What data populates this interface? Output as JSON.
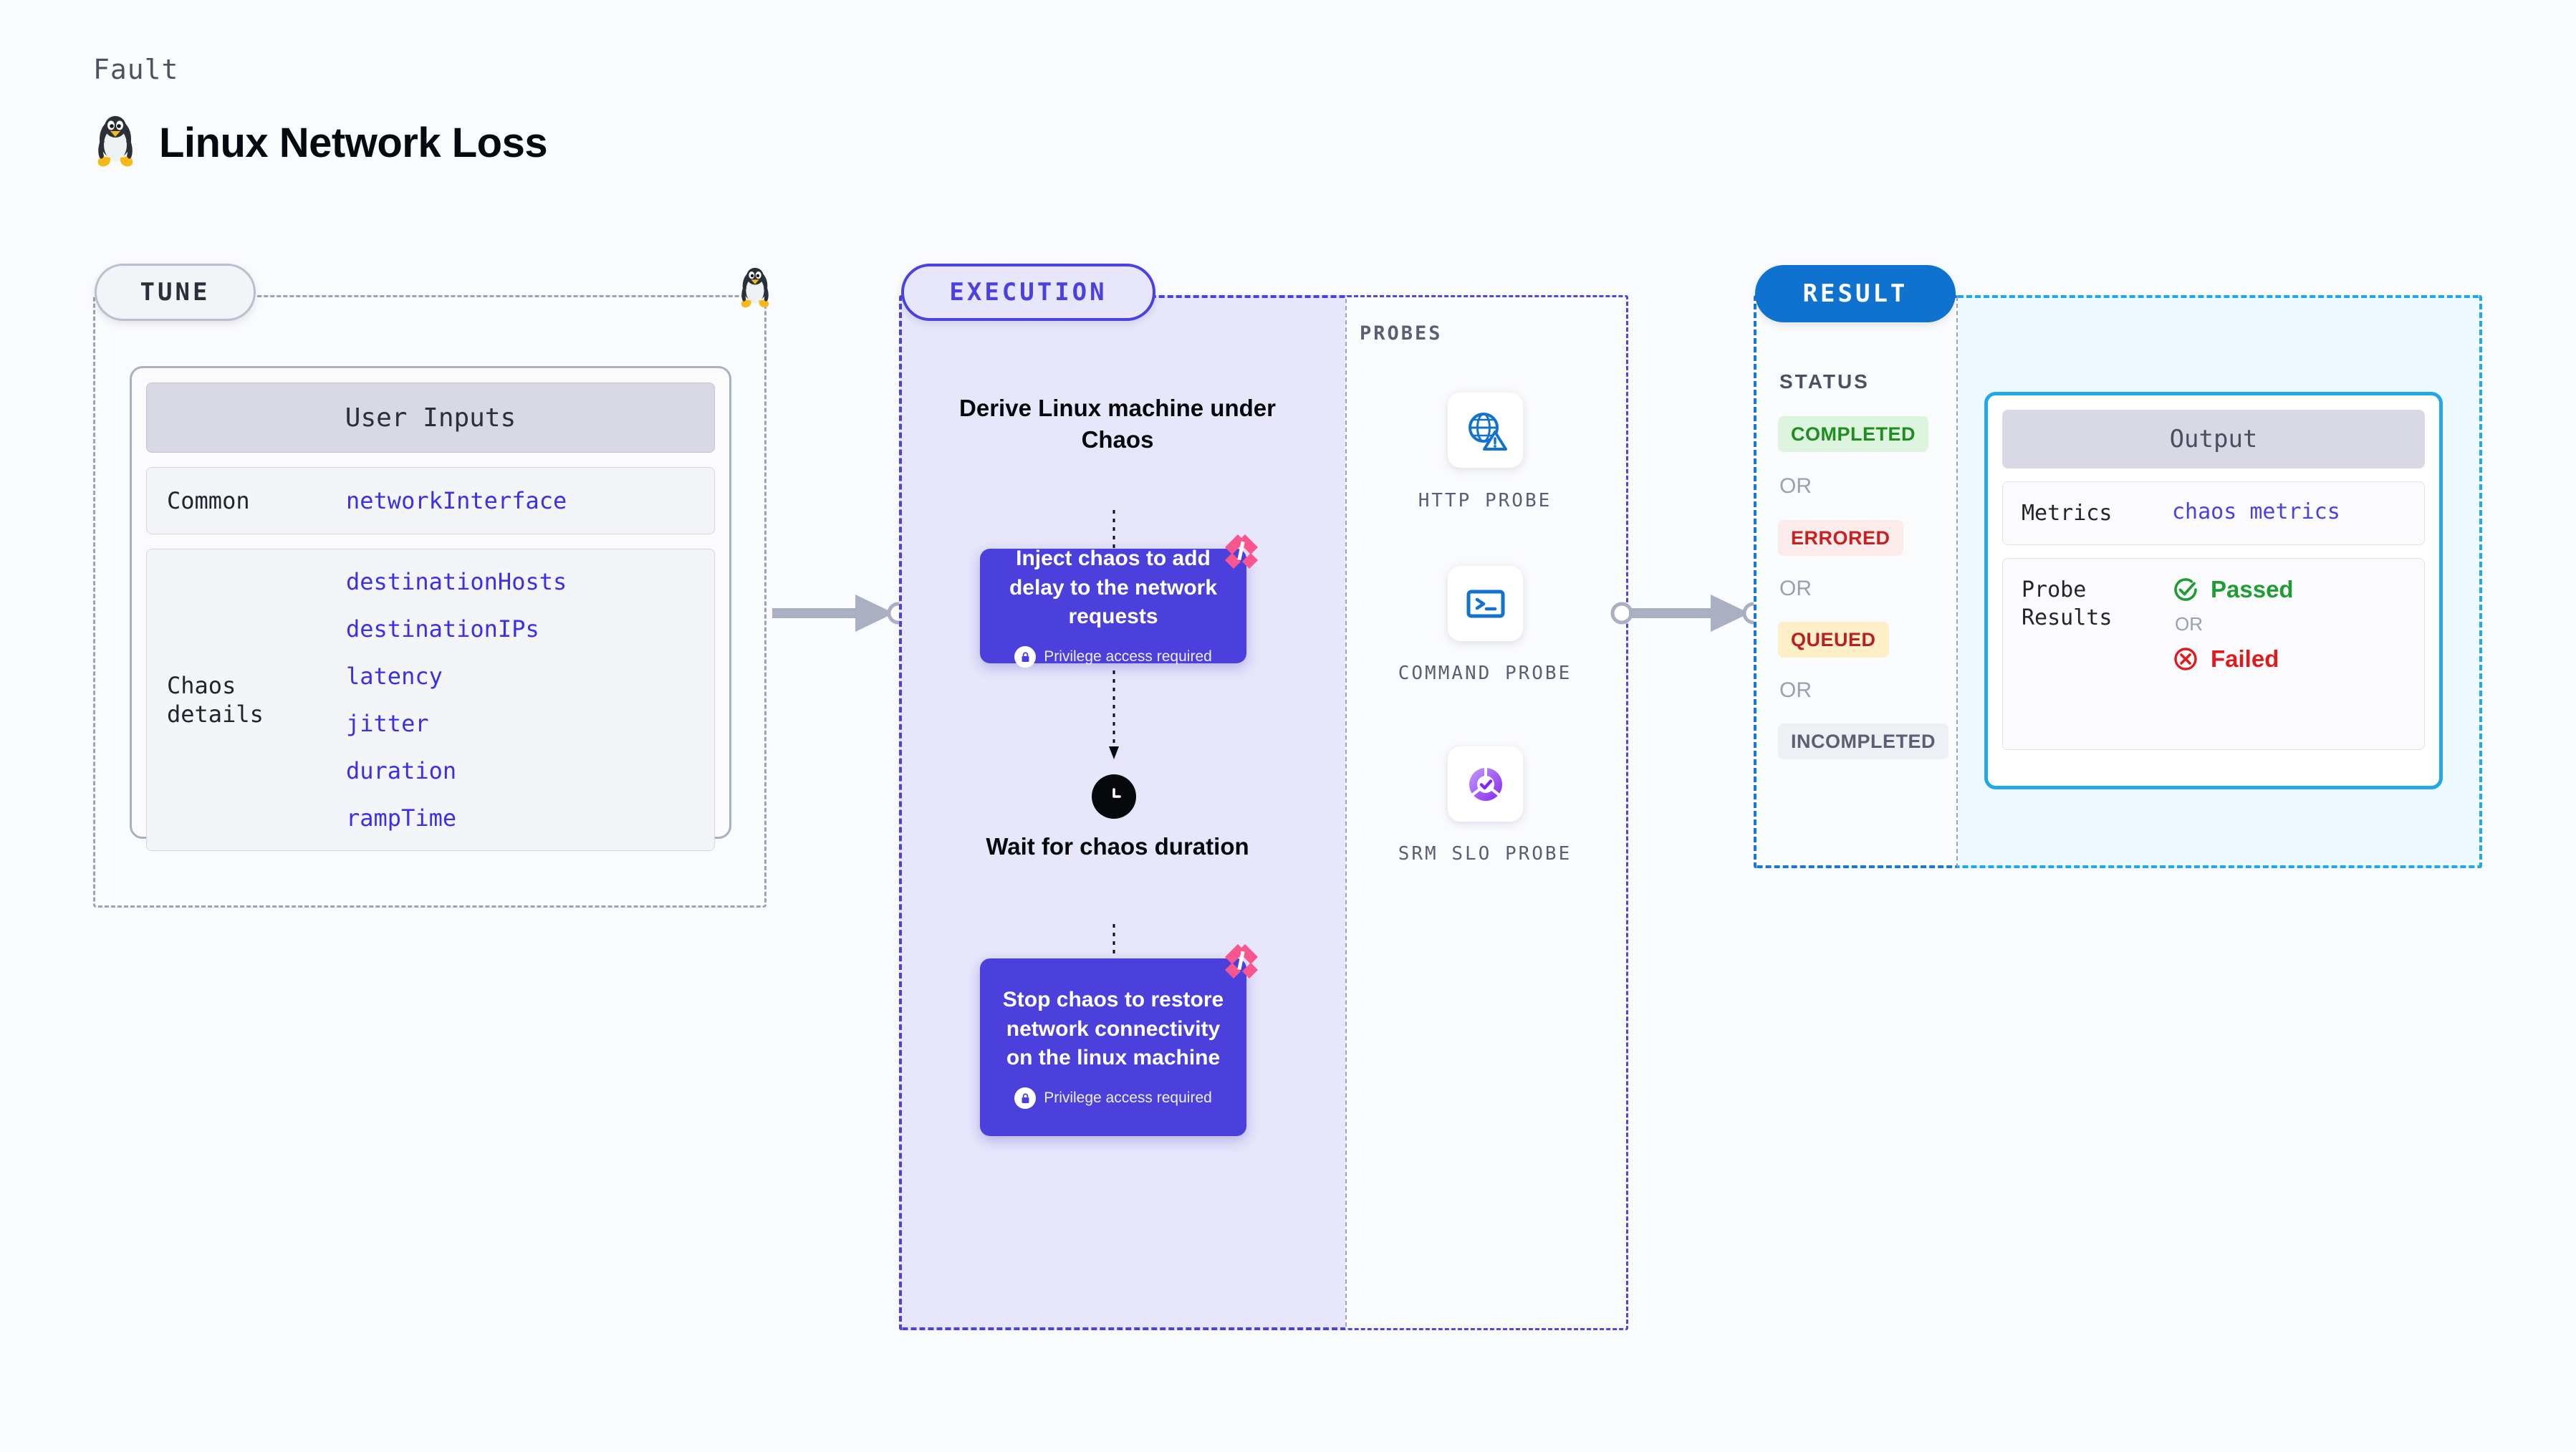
{
  "header": {
    "kicker": "Fault",
    "title": "Linux Network Loss",
    "icon": "linux-penguin-icon"
  },
  "tune": {
    "badge": "TUNE",
    "card_title": "User Inputs",
    "rows": [
      {
        "label": "Common",
        "values": [
          "networkInterface"
        ]
      },
      {
        "label": "Chaos details",
        "values": [
          "destinationHosts",
          "destinationIPs",
          "latency",
          "jitter",
          "duration",
          "rampTime"
        ]
      }
    ]
  },
  "execution": {
    "badge": "EXECUTION",
    "step1_title": "Derive Linux machine under Chaos",
    "node1_text": "Inject chaos to add delay to the network requests",
    "node1_note": "Privilege access required",
    "wait_title": "Wait for chaos duration",
    "wait_icon": "clock-icon",
    "node2_text": "Stop chaos to restore network connectivity on the linux machine",
    "node2_note": "Privilege access required"
  },
  "probes": {
    "title": "PROBES",
    "items": [
      {
        "label": "HTTP PROBE",
        "icon": "globe-warning-icon"
      },
      {
        "label": "COMMAND PROBE",
        "icon": "terminal-icon"
      },
      {
        "label": "SRM SLO PROBE",
        "icon": "slo-donut-check-icon"
      }
    ]
  },
  "result": {
    "badge": "RESULT",
    "status_title": "STATUS",
    "or": "OR",
    "statuses": [
      {
        "label": "COMPLETED",
        "bg": "#ddf5de",
        "fg": "#1f8d1f"
      },
      {
        "label": "ERRORED",
        "bg": "#fcebeb",
        "fg": "#c62222"
      },
      {
        "label": "QUEUED",
        "bg": "#fdefc7",
        "fg": "#bb2020"
      },
      {
        "label": "INCOMPLETED",
        "bg": "#eff0f5",
        "fg": "#5a6073"
      }
    ]
  },
  "output": {
    "title": "Output",
    "metrics_label": "Metrics",
    "metrics_value": "chaos metrics",
    "probe_label": "Probe Results",
    "passed": "Passed",
    "failed": "Failed",
    "or": "OR",
    "passed_color": "#1f9d33",
    "failed_color": "#e01b1b"
  },
  "colors": {
    "node_purple": "#4b40dc",
    "exec_bg": "#e7e6fb",
    "result_blue": "#0f72ce",
    "output_cyan": "#22a7e8",
    "harness_pink": "#f9558f"
  }
}
